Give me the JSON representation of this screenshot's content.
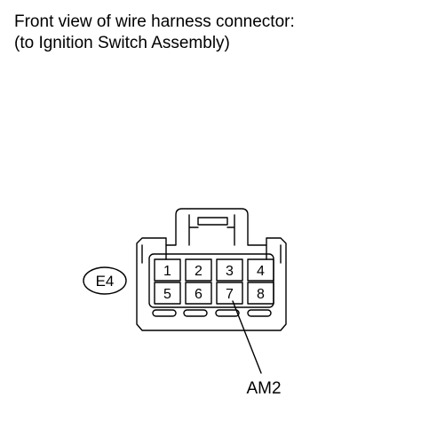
{
  "caption": {
    "line1": "Front view of wire harness connector:",
    "line2": "(to Ignition Switch Assembly)"
  },
  "connector": {
    "code": "E4",
    "pins_top": [
      "1",
      "2",
      "3",
      "4"
    ],
    "pins_bottom": [
      "5",
      "6",
      "7",
      "8"
    ]
  },
  "callout": {
    "pin": "7",
    "label": "AM2"
  },
  "colors": {
    "line": "#000000",
    "background": "#ffffff"
  }
}
